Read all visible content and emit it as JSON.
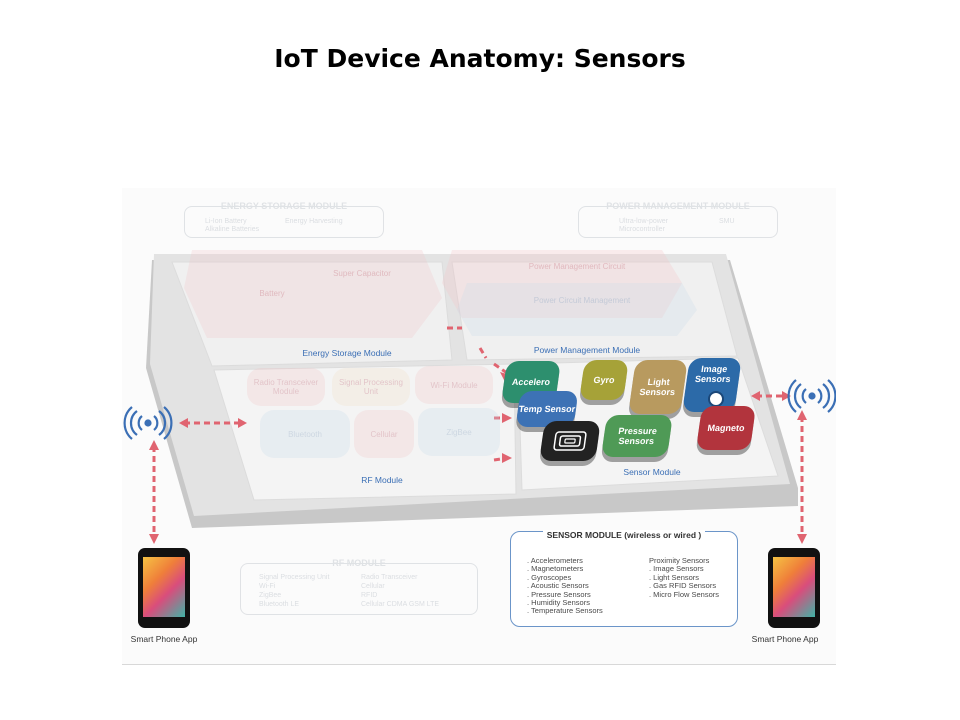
{
  "slide_title": "IoT Device Anatomy: Sensors",
  "energy_storage_module": {
    "title": "ENERGY STORAGE MODULE",
    "items": [
      "Li-Ion Battery",
      "Energy Harvesting",
      "Alkaline Batteries"
    ],
    "tile": "Battery",
    "tile2": "Super Capacitor",
    "section_label": "Energy Storage Module"
  },
  "power_management_module": {
    "title": "POWER MANAGEMENT MODULE",
    "items": [
      "Ultra-low-power",
      "SMU",
      "Microcontroller"
    ],
    "tiles": [
      "Power Management Circuit",
      "Power Circuit Management"
    ],
    "section_label": "Power Management Module"
  },
  "rf_module": {
    "tiles": [
      "Radio Transceiver Module",
      "Signal Processing Unit",
      "Wi-Fi Module",
      "Bluetooth",
      "Cellular",
      "ZigBee"
    ],
    "section_label": "RF Module",
    "panel_title": "RF MODULE",
    "panel_items": [
      "Signal Processing Unit",
      "Radio Transceiver",
      "Wi-Fi",
      "Cellular",
      "ZigBee",
      "RFID",
      "Bluetooth LE",
      "Cellular CDMA GSM LTE"
    ]
  },
  "sensor_module": {
    "section_label": "Sensor Module",
    "sensors": [
      "Accelero",
      "Gyro",
      "Light Sensors",
      "Image Sensors",
      "Temp Sensor",
      "Pressure Sensors",
      "Magneto"
    ]
  },
  "sensor_panel": {
    "title": "SENSOR MODULE (wireless or wired )",
    "left_items": [
      "Accelerometers",
      "Magnetometers",
      "Gyroscopes",
      "Acoustic Sensors",
      "Pressure Sensors",
      "Humidity Sensors",
      "Temperature Sensors"
    ],
    "right_items": [
      "Proximity Sensors",
      "Image Sensors",
      "Light Sensors",
      "Gas RFID Sensors",
      "Micro Flow Sensors"
    ]
  },
  "phones": {
    "left_label": "Smart Phone App",
    "right_label": "Smart Phone App"
  },
  "colors": {
    "accelero": "#2d8f6e",
    "gyro": "#a6a238",
    "light": "#b89a5f",
    "image": "#2c6aa8",
    "temp": "#3d72b5",
    "pressure": "#4f9a56",
    "magneto": "#b2343d",
    "arrow": "#e06470",
    "wireless": "#3b6fb5"
  }
}
